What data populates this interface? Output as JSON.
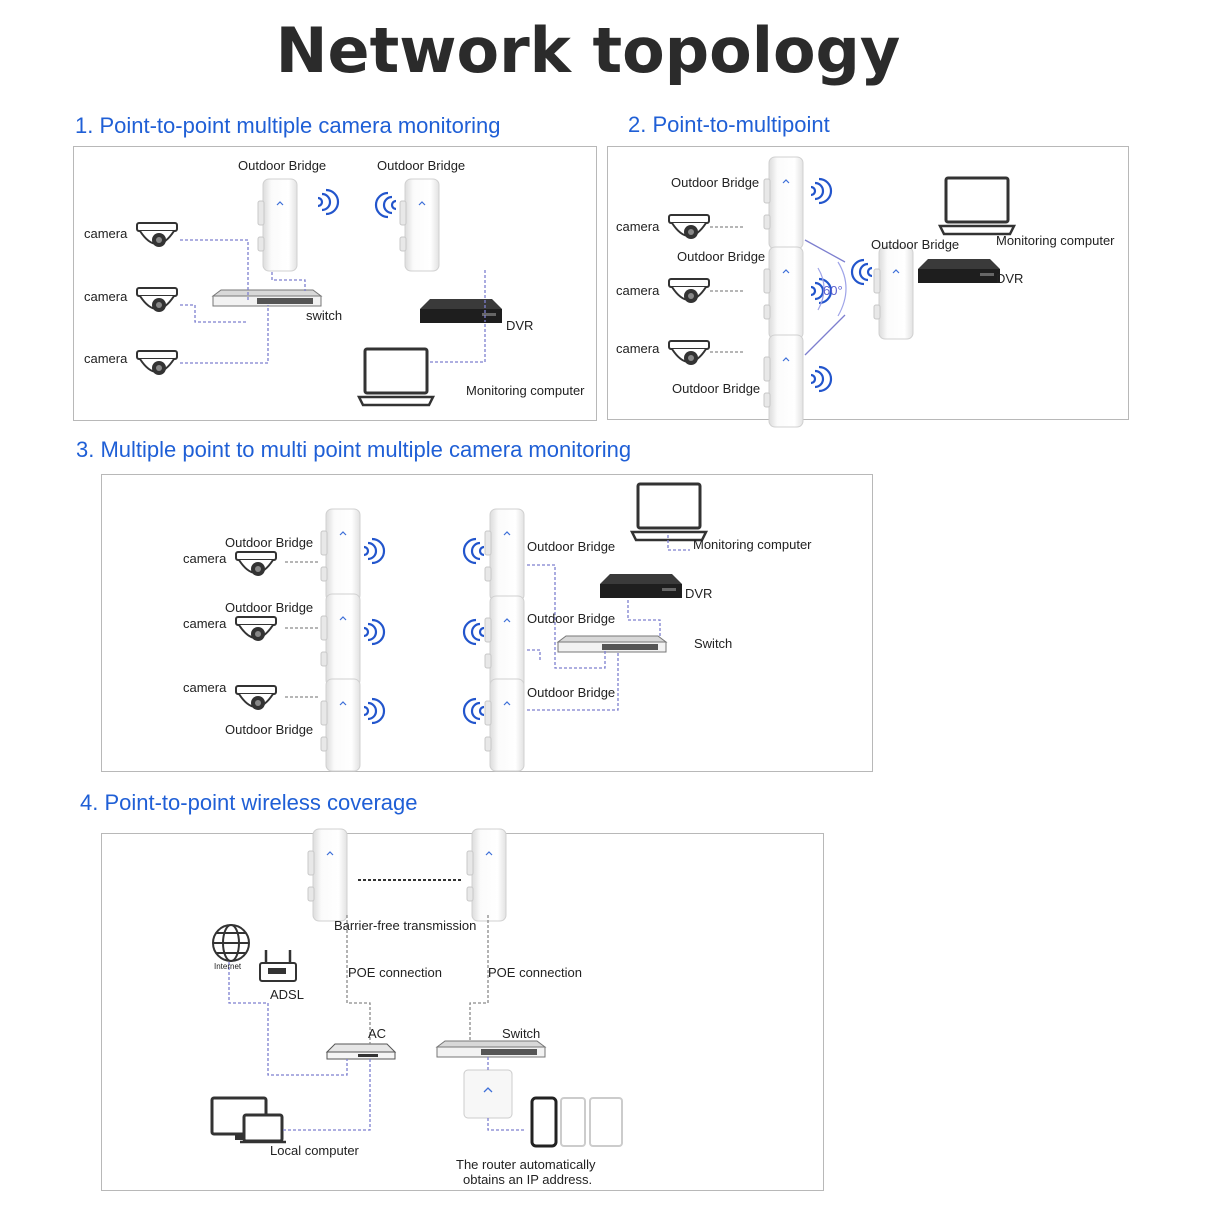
{
  "page": {
    "title": "Network topology"
  },
  "colors": {
    "heading": "#1f5fd6",
    "title": "#2b2b2b",
    "link_line": "#7d7fcf",
    "wifi": "#2255cc"
  },
  "sections": [
    {
      "title": "1. Point-to-point multiple camera monitoring",
      "labels": {
        "bridge_a": "Outdoor Bridge",
        "bridge_b": "Outdoor Bridge",
        "camera_1": "camera",
        "camera_2": "camera",
        "camera_3": "camera",
        "switch": "switch",
        "dvr": "DVR",
        "computer": "Monitoring computer"
      }
    },
    {
      "title": "2. Point-to-multipoint",
      "labels": {
        "bridge_1": "Outdoor Bridge",
        "bridge_2": "Outdoor Bridge",
        "bridge_3": "Outdoor Bridge",
        "bridge_center": "Outdoor Bridge",
        "camera_1": "camera",
        "camera_2": "camera",
        "camera_3": "camera",
        "angle": "60°",
        "computer": "Monitoring computer",
        "dvr": "DVR"
      }
    },
    {
      "title": "3.  Multiple point to multi point multiple camera monitoring",
      "labels": {
        "bridge_l1": "Outdoor Bridge",
        "bridge_l2": "Outdoor Bridge",
        "bridge_l3": "Outdoor Bridge",
        "camera_1": "camera",
        "camera_2": "camera",
        "camera_3": "camera",
        "bridge_r1": "Outdoor Bridge",
        "bridge_r2": "Outdoor Bridge",
        "bridge_r3": "Outdoor Bridge",
        "computer": "Monitoring computer",
        "dvr": "DVR",
        "switch": "Switch"
      }
    },
    {
      "title": "4. Point-to-point wireless coverage",
      "labels": {
        "transmission": "Barrier-free transmission",
        "poe_left": "POE connection",
        "poe_right": "POE connection",
        "internet": "Internet",
        "adsl": "ADSL",
        "ac": "AC",
        "switch": "Switch",
        "local_computer": "Local computer",
        "router_note_1": "The router automatically",
        "router_note_2": "obtains an IP address."
      }
    }
  ]
}
